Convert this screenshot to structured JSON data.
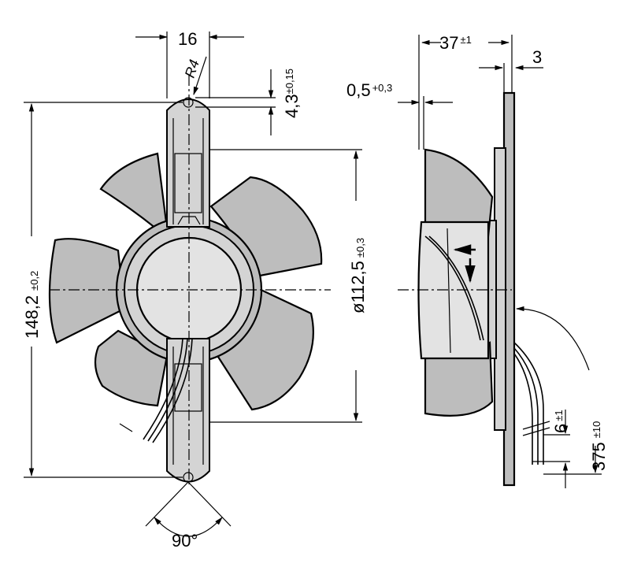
{
  "front_view": {
    "width_value": "16",
    "radius_label": "R4",
    "hole_value": "4,3",
    "hole_tol": "±0,15",
    "height_value": "148,2",
    "height_tol": "±0,2",
    "diameter_value": "ø112,5",
    "diameter_tol": "±0,3",
    "angle_value": "90°"
  },
  "side_view": {
    "depth_value": "37",
    "depth_tol": "±1",
    "flange_value": "3",
    "offset_value": "0,5",
    "offset_tol": "+0,3",
    "strip_value": "6",
    "strip_tol": "±1",
    "lead_value": "375",
    "lead_tol": "±10"
  },
  "colors": {
    "blade": "#bdbdbd",
    "hub": "#e3e3e3",
    "line": "#000000"
  }
}
